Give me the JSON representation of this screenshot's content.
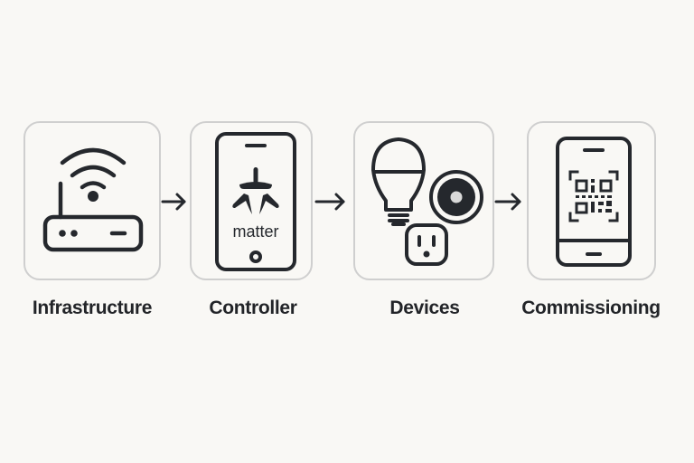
{
  "diagram": {
    "type": "flow",
    "steps": [
      {
        "label": "Infrastructure",
        "icon": "wifi-router-icon"
      },
      {
        "label": "Controller",
        "icon": "phone-matter-icon",
        "icon_text": "matter"
      },
      {
        "label": "Devices",
        "icon": "devices-icon",
        "sub_icons": [
          "light-bulb-icon",
          "smart-button-icon",
          "power-outlet-icon"
        ]
      },
      {
        "label": "Commissioning",
        "icon": "phone-qr-code-icon"
      }
    ],
    "connectors": [
      "arrow-right",
      "arrow-right",
      "arrow-right"
    ]
  },
  "colors": {
    "background": "#f9f8f5",
    "stroke": "#25282d",
    "card_border": "#cfcfcf",
    "button_center": "#d9d9d9"
  }
}
